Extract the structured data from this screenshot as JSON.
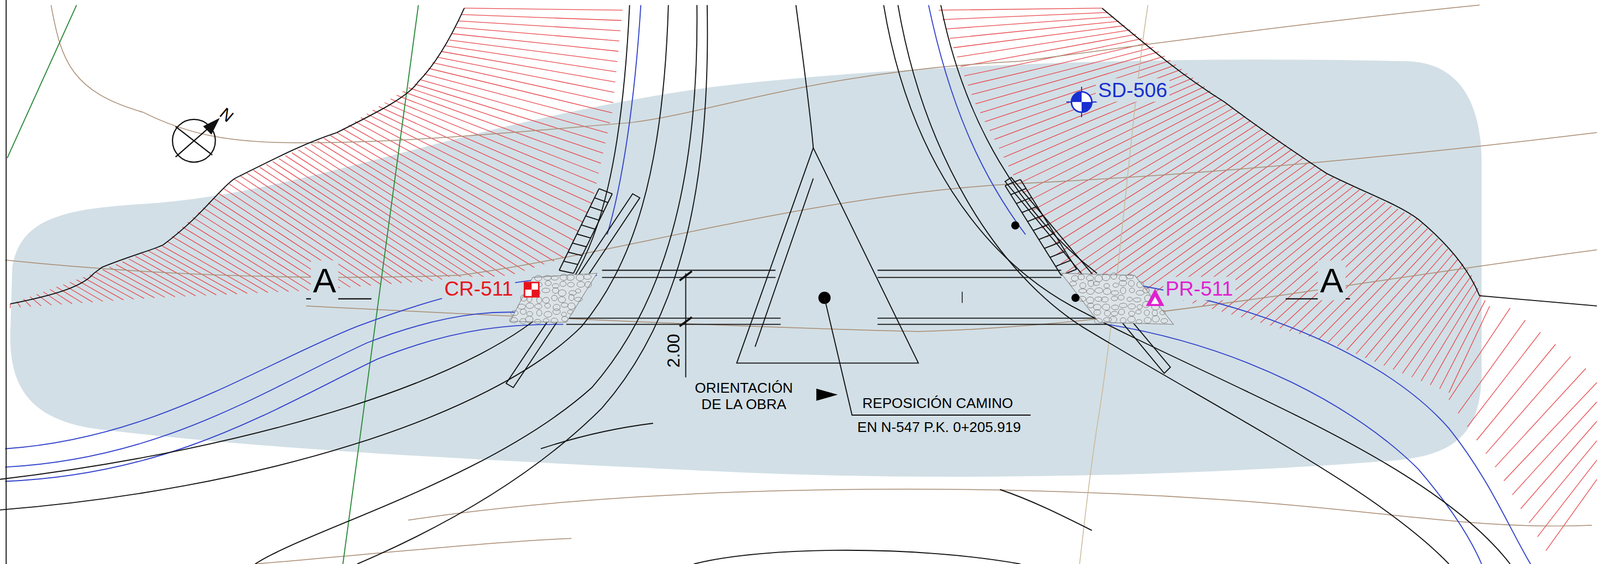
{
  "diagram": {
    "labels": [
      "N",
      "SD-506",
      "A",
      "CR-511",
      "PR-511",
      "A",
      "2.00",
      "ORIENTACIÓN DE LA OBRA",
      "REPOSICIÓN CAMINO",
      "EN N-547 P.K. 0+205.919"
    ]
  }
}
